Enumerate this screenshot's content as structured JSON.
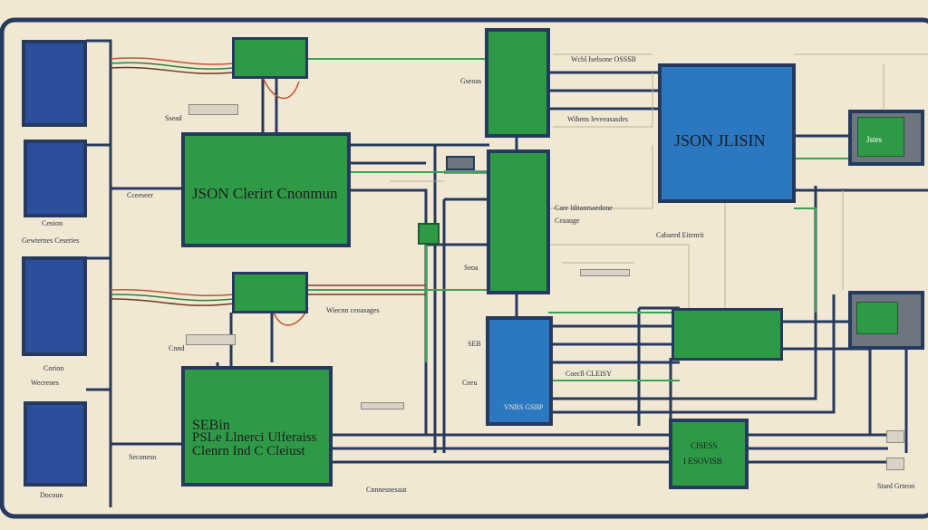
{
  "colors": {
    "background": "#f1e8d4",
    "wire_navy": "#253a5e",
    "green_board": "#2f9a46",
    "blue_panel": "#2b77c0",
    "dark_blue_rack": "#2b4f9c",
    "gray_device": "#6d7580"
  },
  "labels": {
    "json_client_main": "JSON Clerirt Cnonmun",
    "json_jlisin": "JSON JLISIN",
    "jstes": "Jstes",
    "sebin_block_1": "SEBin",
    "sebin_block_2": "PSLe Llnerci Ulferaiss",
    "sebin_block_3": "Clenrn Ind C Cleiust",
    "vbs_label": "VNBS GSBP",
    "cbess_1": "CISESS",
    "cbess_2": "I ESOVISB",
    "left_1": "Cenion",
    "left_2": "Gewternes Ceseries",
    "left_3": "Corion",
    "left_4": "Wecrenes",
    "left_5": "Docoun",
    "top_right_note": "Wcbl Iselsone OSSSB",
    "mid_note_1": "Wihens leveeasasdes",
    "mid_note_2": "Care lditanrsaedone",
    "mid_note_3": "Ceaauge",
    "cabtard": "Cabared Eitenrit",
    "gseoas": "Gseoas",
    "wimm": "Wiecnn ceoasages",
    "card_cleusy": "Coecll CLEISY",
    "ceeu": "Ceeu",
    "seb_small": "SEB",
    "cennes": "Cnnnesnesaut",
    "stad": "Stard Grteon",
    "coeo": "Cceeseer",
    "secnes": "Seconesn",
    "sead": "Ssead",
    "cnd": "Cnnd",
    "seoa": "Seoa"
  }
}
